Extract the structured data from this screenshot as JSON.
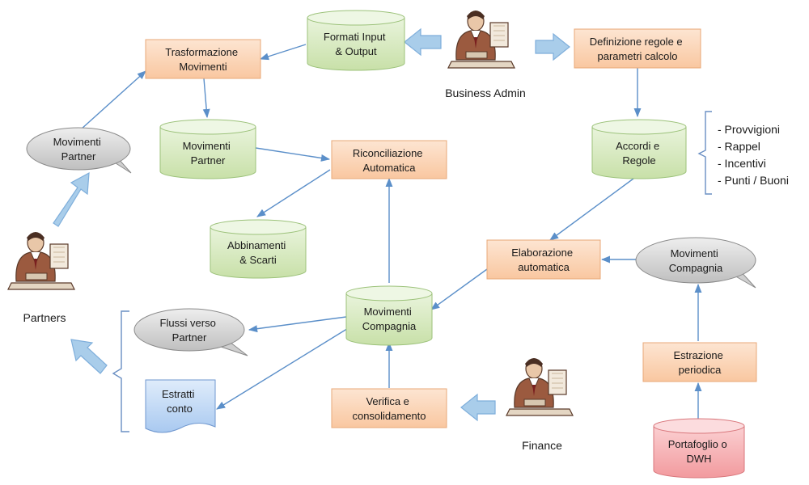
{
  "diagram": {
    "nodes": {
      "formati": [
        "Formati Input",
        "& Output"
      ],
      "trasformazione": [
        "Trasformazione",
        "Movimenti"
      ],
      "definizione": [
        "Definizione regole e",
        "parametri calcolo"
      ],
      "movimenti_partner_db": [
        "Movimenti",
        "Partner"
      ],
      "riconciliazione": [
        "Riconciliazione",
        "Automatica"
      ],
      "accordi": [
        "Accordi e",
        "Regole"
      ],
      "abbinamenti": [
        "Abbinamenti",
        "& Scarti"
      ],
      "elaborazione": [
        "Elaborazione",
        "automatica"
      ],
      "movimenti_compagnia_db": [
        "Movimenti",
        "Compagnia"
      ],
      "movimenti_compagnia_oval": [
        "Movimenti",
        "Compagnia"
      ],
      "movimenti_partner_oval": [
        "Movimenti",
        "Partner"
      ],
      "flussi": [
        "Flussi verso",
        "Partner"
      ],
      "estratti": [
        "Estratti",
        "conto"
      ],
      "verifica": [
        "Verifica e",
        "consolidamento"
      ],
      "estrazione": [
        "Estrazione",
        "periodica"
      ],
      "portafoglio": [
        "Portafoglio o",
        "DWH"
      ]
    },
    "actors": {
      "business_admin": "Business Admin",
      "partners": "Partners",
      "finance": "Finance"
    },
    "accordi_list": [
      "- Provvigioni",
      "- Rappel",
      "- Incentivi",
      "- Punti / Buoni"
    ],
    "colors": {
      "orange_box": "#fbd4b4",
      "green_db": "#d7e9c0",
      "gray_oval": "#d9d9d9",
      "red_db": "#f7b3b6",
      "blue_doc": "#c6dcf7",
      "arrow": "#5b8fc9",
      "block_arrow": "#a9cdea"
    }
  }
}
